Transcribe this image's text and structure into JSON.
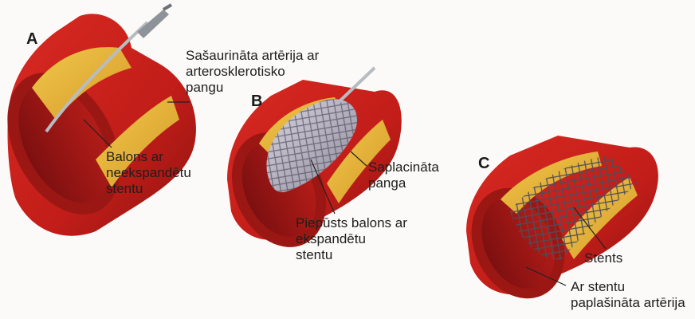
{
  "panels": [
    {
      "letter": "A",
      "labels": [
        "Sašaurināta artērija ar\narterosklerotisko\npangu",
        "Balons ar\nneekspandētu\nstentu"
      ]
    },
    {
      "letter": "B",
      "labels": [
        "Saplacināta\npanga",
        "Piepūsts balons ar\nekspandētu\nstentu"
      ]
    },
    {
      "letter": "C",
      "labels": [
        "Stents",
        "Ar stentu\npaplašināta artērija"
      ]
    }
  ],
  "colors": {
    "artery_outer": "#c8211c",
    "artery_dark": "#8e1410",
    "artery_inner": "#a3191a",
    "plaque": "#e7b93a",
    "balloon": "#b9b4c4",
    "stent": "#5a5a66",
    "catheter": "#9aa0a6"
  }
}
